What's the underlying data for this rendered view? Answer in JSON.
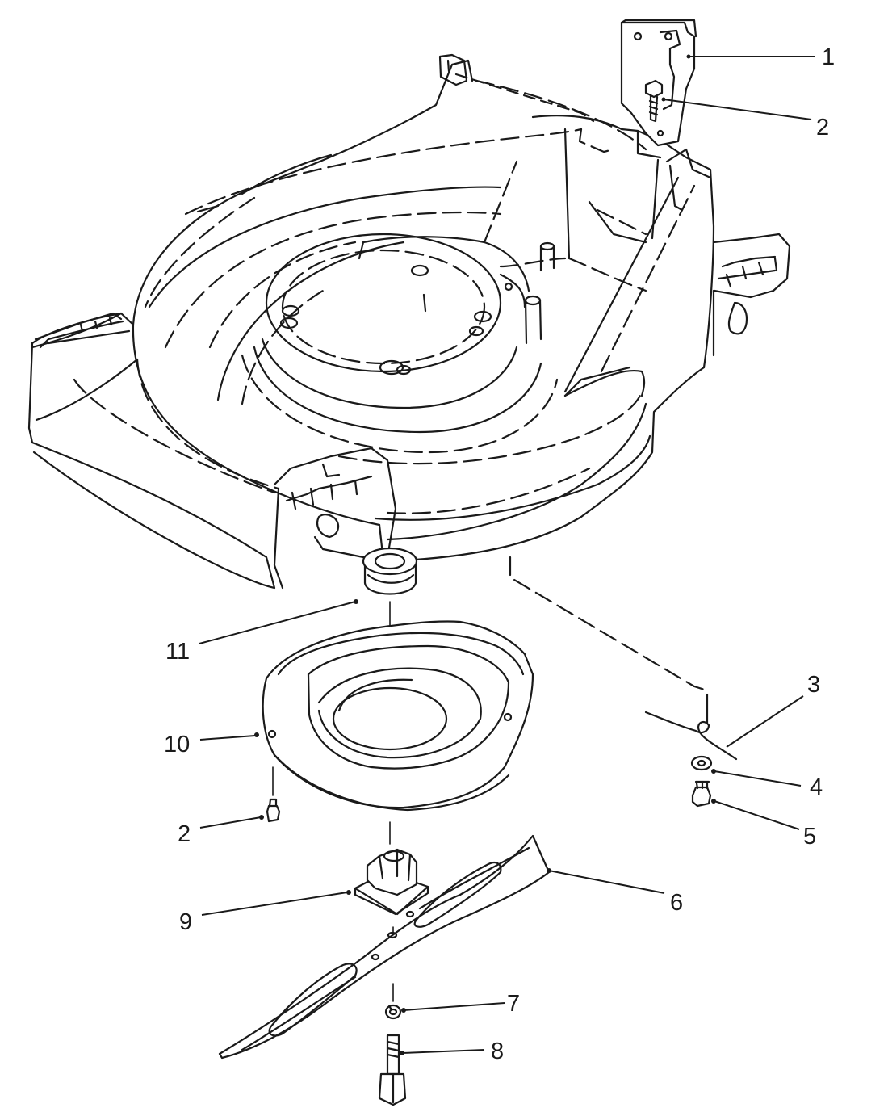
{
  "callouts": {
    "c1": "1",
    "c2_top": "2",
    "c3": "3",
    "c4": "4",
    "c5": "5",
    "c6": "6",
    "c7": "7",
    "c8": "8",
    "c9": "9",
    "c10": "10",
    "c11": "11",
    "c2_bottom": "2"
  },
  "colors": {
    "line": "#1a1a1a",
    "background": "#ffffff"
  }
}
